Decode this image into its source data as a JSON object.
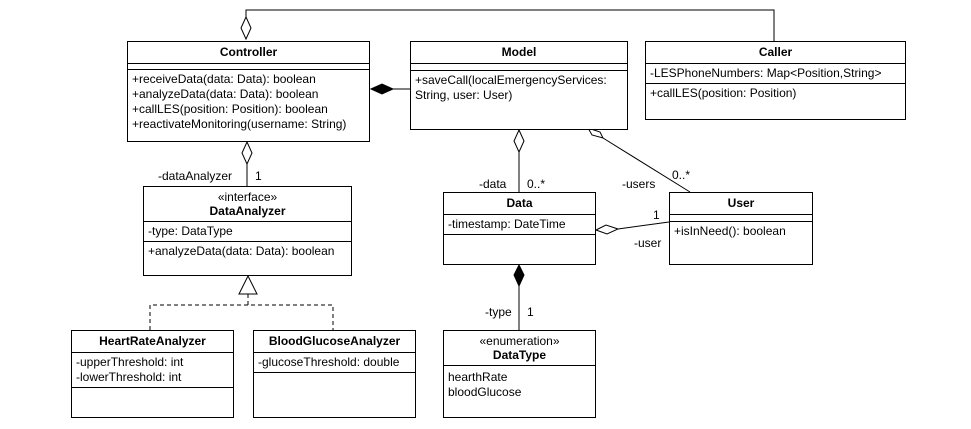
{
  "classes": {
    "controller": {
      "name": "Controller",
      "attributes": [],
      "operations": [
        "+receiveData(data: Data): boolean",
        "+analyzeData(data: Data): boolean",
        "+callLES(position: Position): boolean",
        "+reactivateMonitoring(username: String)"
      ]
    },
    "model": {
      "name": "Model",
      "attributes": [],
      "operations": [
        "+saveCall(localEmergencyServices:",
        "String, user: User)"
      ]
    },
    "caller": {
      "name": "Caller",
      "attributes": [
        "-LESPhoneNumbers: Map<Position,String>"
      ],
      "operations": [
        "+callLES(position: Position)"
      ]
    },
    "data_analyzer": {
      "stereotype": "«interface»",
      "name": "DataAnalyzer",
      "attributes": [
        "-type: DataType"
      ],
      "operations": [
        "+analyzeData(data: Data): boolean"
      ]
    },
    "data": {
      "name": "Data",
      "attributes": [
        "-timestamp: DateTime"
      ],
      "operations": []
    },
    "user": {
      "name": "User",
      "attributes": [],
      "operations": [
        "+isInNeed(): boolean"
      ]
    },
    "heart_rate_analyzer": {
      "name": "HeartRateAnalyzer",
      "attributes": [
        "-upperThreshold: int",
        "-lowerThreshold: int"
      ],
      "operations": []
    },
    "blood_glucose_analyzer": {
      "name": "BloodGlucoseAnalyzer",
      "attributes": [
        "-glucoseThreshold: double"
      ],
      "operations": []
    },
    "data_type": {
      "stereotype": "«enumeration»",
      "name": "DataType",
      "literals": [
        "hearthRate",
        "bloodGlucose"
      ]
    }
  },
  "relations": {
    "controller_analyzer": {
      "role": "-dataAnalyzer",
      "multiplicity": "1"
    },
    "model_data": {
      "role": "-data",
      "multiplicity": "0..*"
    },
    "model_users": {
      "role": "-users",
      "multiplicity": "0..*"
    },
    "data_user": {
      "role": "-user",
      "multiplicity": "1"
    },
    "data_type": {
      "role": "-type",
      "multiplicity": "1"
    }
  }
}
